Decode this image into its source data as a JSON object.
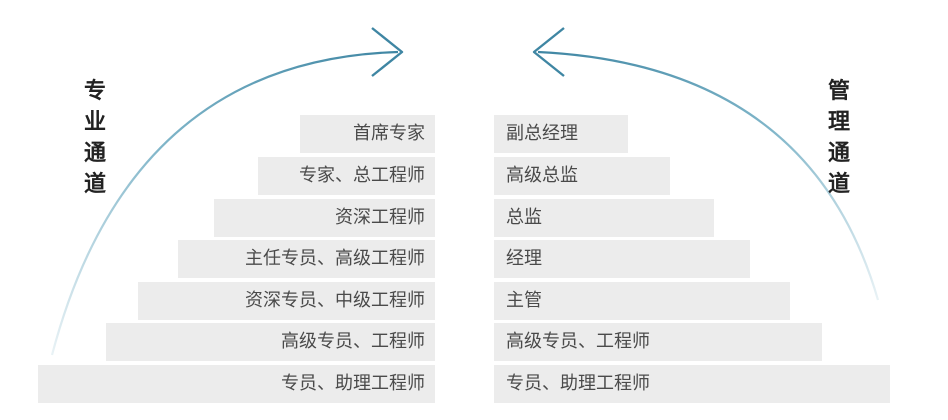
{
  "left_channel": {
    "title": "专业通道",
    "levels": [
      "首席专家",
      "专家、总工程师",
      "资深工程师",
      "主任专员、高级工程师",
      "资深专员、中级工程师",
      "高级专员、工程师",
      "专员、助理工程师"
    ]
  },
  "right_channel": {
    "title": "管理通道",
    "levels": [
      "副总经理",
      "高级总监",
      "总监",
      "经理",
      "主管",
      "高级专员、工程师",
      "专员、助理工程师"
    ]
  },
  "colors": {
    "bar": "#ececec",
    "arc": "#6aa9c0",
    "text": "#4a4a4a",
    "title": "#222222"
  }
}
